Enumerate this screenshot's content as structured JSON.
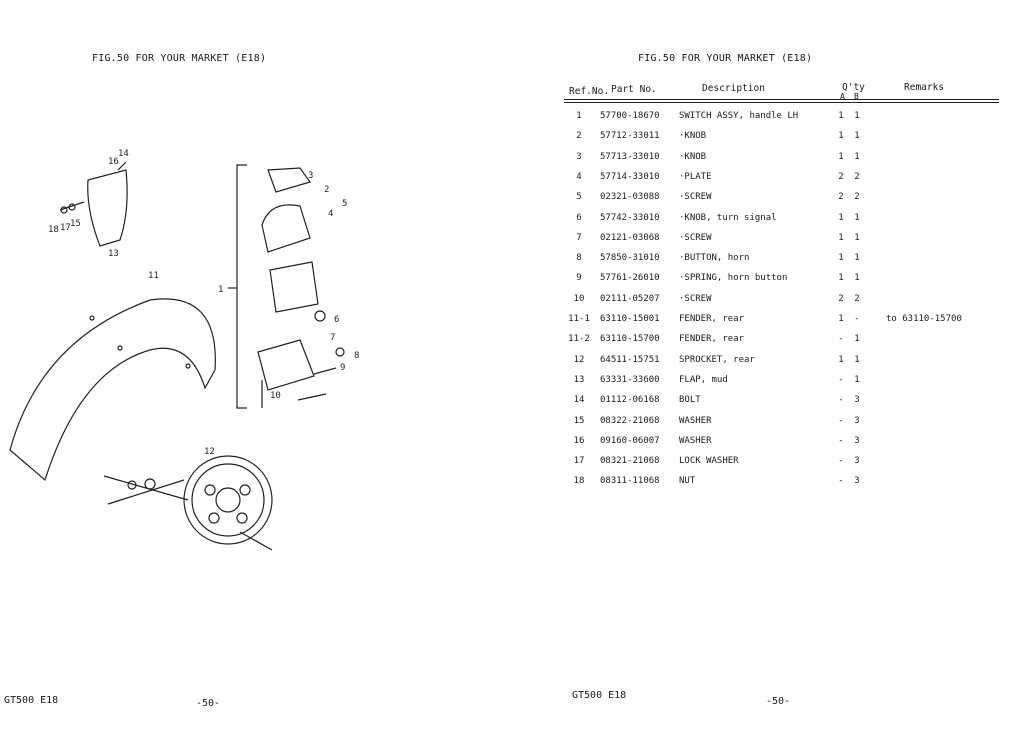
{
  "left_page": {
    "fig_title": "FIG.50  FOR YOUR MARKET (E18)",
    "footer_model": "GT500  E18",
    "footer_page": "-50-",
    "callouts": [
      "14",
      "16",
      "18",
      "17",
      "15",
      "13",
      "11",
      "1",
      "3",
      "2",
      "5",
      "4",
      "6",
      "7",
      "8",
      "9",
      "10",
      "12"
    ]
  },
  "right_page": {
    "fig_title": "FIG.50  FOR YOUR MARKET (E18)",
    "headers": {
      "ref_no": "Ref.No.",
      "part_no": "Part    No.",
      "description": "Description",
      "qty": "Q'ty",
      "qty_a": "A",
      "qty_b": "B",
      "remarks": "Remarks"
    },
    "rows": [
      {
        "ref": "1",
        "part": "57700-18670",
        "desc": "SWITCH ASSY, handle LH",
        "a": "1",
        "b": "1",
        "remarks": ""
      },
      {
        "ref": "2",
        "part": "57712-33011",
        "desc": "·KNOB",
        "a": "1",
        "b": "1",
        "remarks": ""
      },
      {
        "ref": "3",
        "part": "57713-33010",
        "desc": "·KNOB",
        "a": "1",
        "b": "1",
        "remarks": ""
      },
      {
        "ref": "4",
        "part": "57714-33010",
        "desc": "·PLATE",
        "a": "2",
        "b": "2",
        "remarks": ""
      },
      {
        "ref": "5",
        "part": "02321-03088",
        "desc": "·SCREW",
        "a": "2",
        "b": "2",
        "remarks": ""
      },
      {
        "ref": "6",
        "part": "57742-33010",
        "desc": "·KNOB, turn signal",
        "a": "1",
        "b": "1",
        "remarks": ""
      },
      {
        "ref": "7",
        "part": "02121-03068",
        "desc": "·SCREW",
        "a": "1",
        "b": "1",
        "remarks": ""
      },
      {
        "ref": "8",
        "part": "57850-31010",
        "desc": "·BUTTON, horn",
        "a": "1",
        "b": "1",
        "remarks": ""
      },
      {
        "ref": "9",
        "part": "57761-26010",
        "desc": "·SPRING, horn button",
        "a": "1",
        "b": "1",
        "remarks": ""
      },
      {
        "ref": "10",
        "part": "02111-05207",
        "desc": "·SCREW",
        "a": "2",
        "b": "2",
        "remarks": ""
      },
      {
        "ref": "11-1",
        "part": "63110-15001",
        "desc": "FENDER, rear",
        "a": "1",
        "b": "-",
        "remarks": "to 63110-15700"
      },
      {
        "ref": "11-2",
        "part": "63110-15700",
        "desc": "FENDER, rear",
        "a": "-",
        "b": "1",
        "remarks": ""
      },
      {
        "ref": "12",
        "part": "64511-15751",
        "desc": "SPROCKET, rear",
        "a": "1",
        "b": "1",
        "remarks": ""
      },
      {
        "ref": "13",
        "part": "63331-33600",
        "desc": "FLAP, mud",
        "a": "-",
        "b": "1",
        "remarks": ""
      },
      {
        "ref": "14",
        "part": "01112-06168",
        "desc": "BOLT",
        "a": "-",
        "b": "3",
        "remarks": ""
      },
      {
        "ref": "15",
        "part": "08322-21068",
        "desc": "WASHER",
        "a": "-",
        "b": "3",
        "remarks": ""
      },
      {
        "ref": "16",
        "part": "09160-06007",
        "desc": "WASHER",
        "a": "-",
        "b": "3",
        "remarks": ""
      },
      {
        "ref": "17",
        "part": "08321-21068",
        "desc": "LOCK WASHER",
        "a": "-",
        "b": "3",
        "remarks": ""
      },
      {
        "ref": "18",
        "part": "08311-11068",
        "desc": "NUT",
        "a": "-",
        "b": "3",
        "remarks": ""
      }
    ],
    "footer_model": "GT500  E18",
    "footer_page": "-50-"
  }
}
